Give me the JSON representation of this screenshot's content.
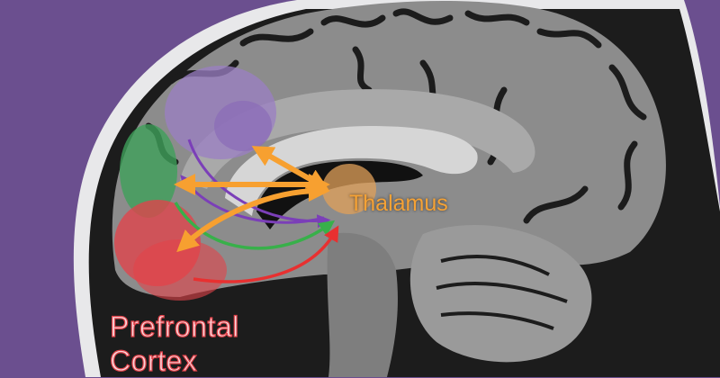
{
  "labels": {
    "thalamus": "Thalamus",
    "prefrontal_line1": "Prefrontal",
    "prefrontal_line2": "Cortex"
  },
  "colors": {
    "background": "#6b4f8f",
    "skull": "#e8e8ea",
    "scalp_dark": "#1c1c1c",
    "brain_gray": "#8c8c8c",
    "brain_light": "#b5b5b5",
    "thalamus_region": "#e0a05a",
    "purple_region": "#9b7fc4",
    "green_region": "#3fa05a",
    "red_region": "#e2424a",
    "arrow_orange": "#f7a030",
    "arrow_purple": "#7b3fb8",
    "arrow_green": "#38b04a",
    "arrow_red": "#e83030",
    "thalamus_text": "#f5a235",
    "prefrontal_text": "#f7d6da"
  }
}
